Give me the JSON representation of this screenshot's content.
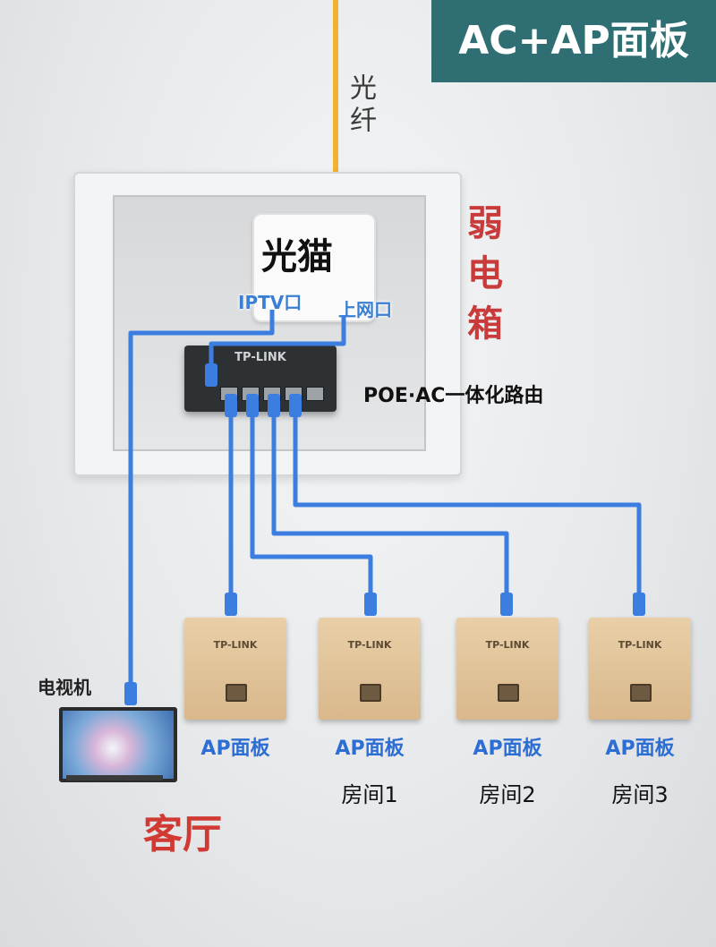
{
  "title": "AC+AP面板",
  "fiber_label": "光纤",
  "cabinet_label": "弱电箱",
  "modem": {
    "label": "光猫",
    "iptv_port": "IPTV口",
    "internet_port": "上网口"
  },
  "router": {
    "brand": "TP-LINK",
    "label": "POE·AC一体化路由"
  },
  "tv_label": "电视机",
  "living_room_label": "客厅",
  "panels": [
    {
      "brand": "TP-LINK",
      "label": "AP面板",
      "room": ""
    },
    {
      "brand": "TP-LINK",
      "label": "AP面板",
      "room": "房间1"
    },
    {
      "brand": "TP-LINK",
      "label": "AP面板",
      "room": "房间2"
    },
    {
      "brand": "TP-LINK",
      "label": "AP面板",
      "room": "房间3"
    }
  ],
  "colors": {
    "cable": "#3c7de0",
    "fiber": "#f1b234",
    "title_bg": "#2f6e73",
    "accent_red": "#d03a33"
  }
}
